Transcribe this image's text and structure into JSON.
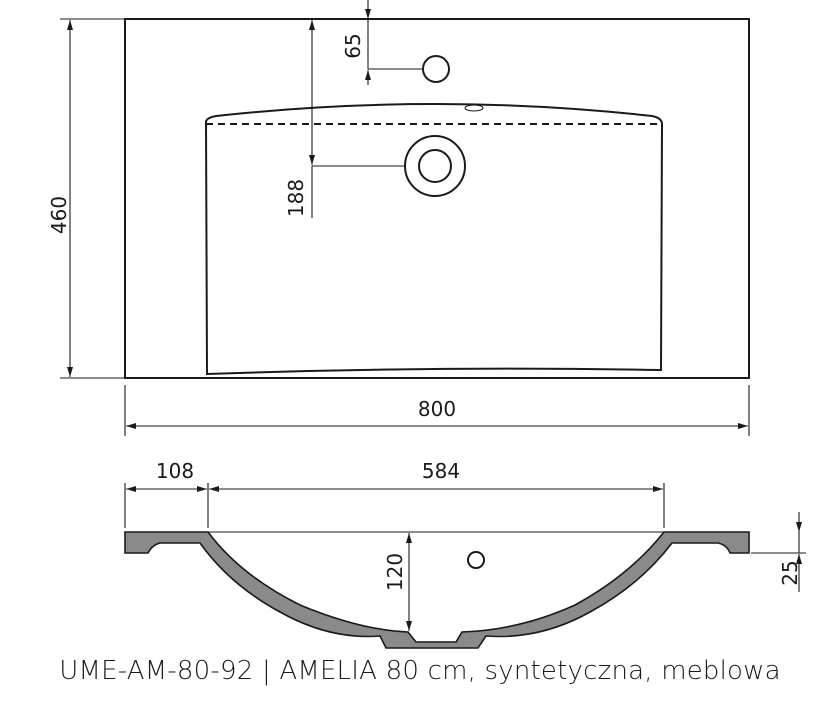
{
  "drawing": {
    "top_view": {
      "dim_width": "800",
      "dim_depth": "460",
      "dim_tap_hole": "65",
      "dim_drain": "188"
    },
    "side_view": {
      "dim_ledge": "108",
      "dim_bowl_width": "584",
      "dim_bowl_depth": "120",
      "dim_thickness": "25"
    }
  },
  "caption": "UME-AM-80-92 | AMELIA 80 cm, syntetyczna, meblowa"
}
